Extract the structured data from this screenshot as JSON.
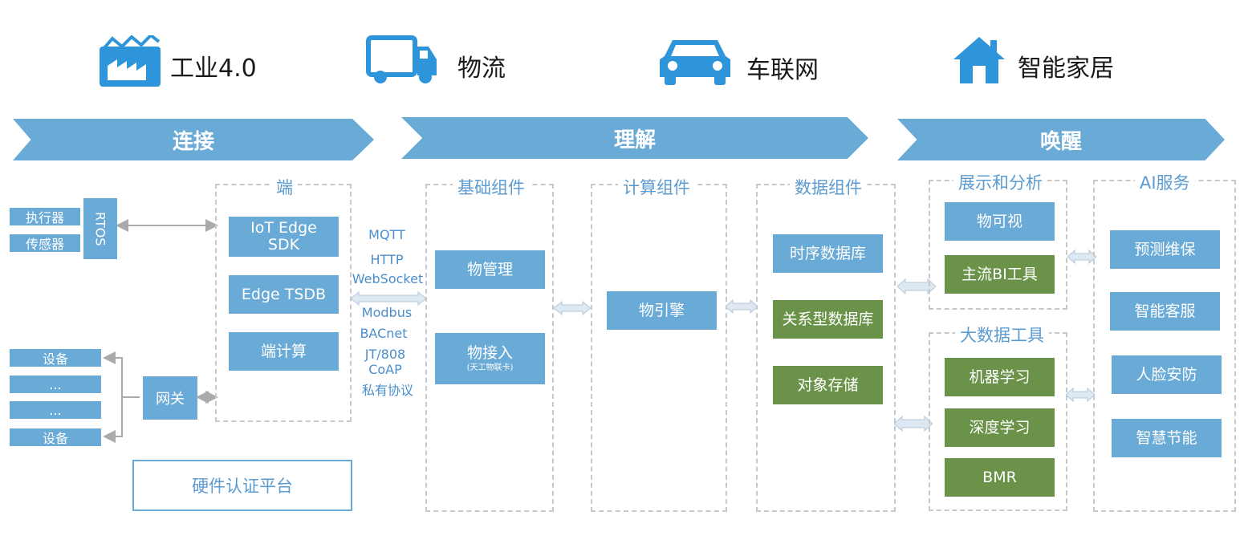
{
  "industries": [
    {
      "label": "工业4.0",
      "icon": "factory-icon"
    },
    {
      "label": "物流",
      "icon": "truck-icon"
    },
    {
      "label": "车联网",
      "icon": "car-icon"
    },
    {
      "label": "智能家居",
      "icon": "house-icon"
    }
  ],
  "stages": [
    "连接",
    "理解",
    "唤醒"
  ],
  "edge": {
    "title": "端",
    "items": [
      "IoT Edge\nSDK",
      "Edge TSDB",
      "端计算"
    ]
  },
  "devices_top": [
    "执行器",
    "传感器"
  ],
  "rtos": "RTOS",
  "devices_bottom": [
    "设备",
    "...",
    "...",
    "设备"
  ],
  "gateway": "网关",
  "hardware_platform": "硬件认证平台",
  "protocols": [
    "MQTT",
    "HTTP",
    "WebSocket",
    "Modbus",
    "BACnet",
    "JT/808",
    "CoAP",
    "私有协议"
  ],
  "basic": {
    "title": "基础组件",
    "manage": "物管理",
    "access": "物接入",
    "access_sub": "(天工物联卡)"
  },
  "compute": {
    "title": "计算组件",
    "engine": "物引擎"
  },
  "data": {
    "title": "数据组件",
    "items": [
      "时序数据库",
      "关系型数据库",
      "对象存储"
    ]
  },
  "display": {
    "title": "展示和分析",
    "items": [
      "物可视",
      "主流BI工具"
    ]
  },
  "bigdata": {
    "title": "大数据工具",
    "items": [
      "机器学习",
      "深度学习",
      "BMR"
    ]
  },
  "ai": {
    "title": "AI服务",
    "items": [
      "预测维保",
      "智能客服",
      "人脸安防",
      "智慧节能"
    ]
  },
  "colors": {
    "blue": "#6aaad6",
    "green": "#6a9349",
    "icon": "#2e95da",
    "dashed": "#c8c8c8"
  }
}
